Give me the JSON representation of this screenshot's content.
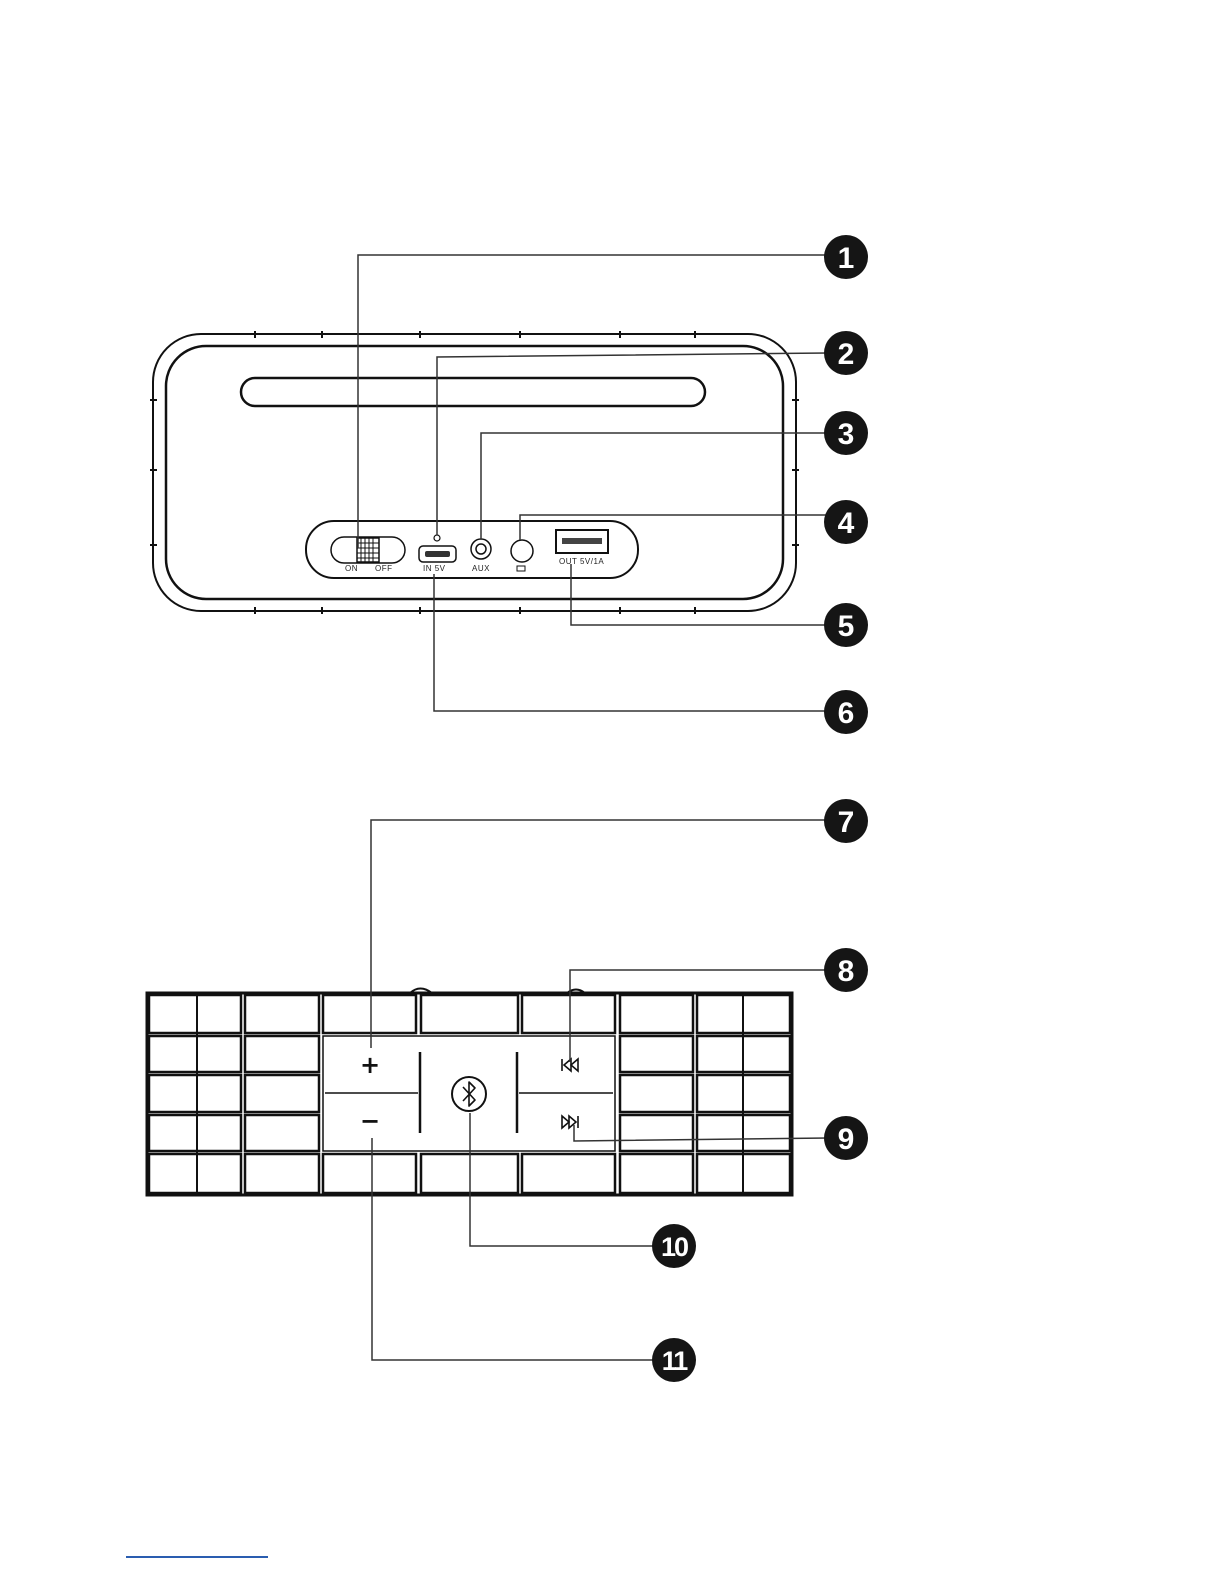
{
  "back_panel": {
    "switch_on_label": "ON",
    "switch_off_label": "OFF",
    "dc_in_label": "IN  5V",
    "aux_label": "AUX",
    "usb_out_label": "OUT  5V/1A"
  },
  "callouts": [
    {
      "number": "1",
      "target": "power-switch"
    },
    {
      "number": "2",
      "target": "charging-indicator"
    },
    {
      "number": "3",
      "target": "aux-input"
    },
    {
      "number": "4",
      "target": "card-slot"
    },
    {
      "number": "5",
      "target": "usb-output"
    },
    {
      "number": "6",
      "target": "dc-input"
    },
    {
      "number": "7",
      "target": "volume-up-button"
    },
    {
      "number": "8",
      "target": "previous-track-button"
    },
    {
      "number": "9",
      "target": "next-track-button"
    },
    {
      "number": "10",
      "target": "bluetooth-button"
    },
    {
      "number": "11",
      "target": "volume-down-button"
    }
  ],
  "top_panel": {
    "volume_up_symbol": "+",
    "volume_down_symbol": "−"
  },
  "colors": {
    "line": "#111111",
    "badge": "#151515",
    "footer_link": "#2a5db0"
  }
}
